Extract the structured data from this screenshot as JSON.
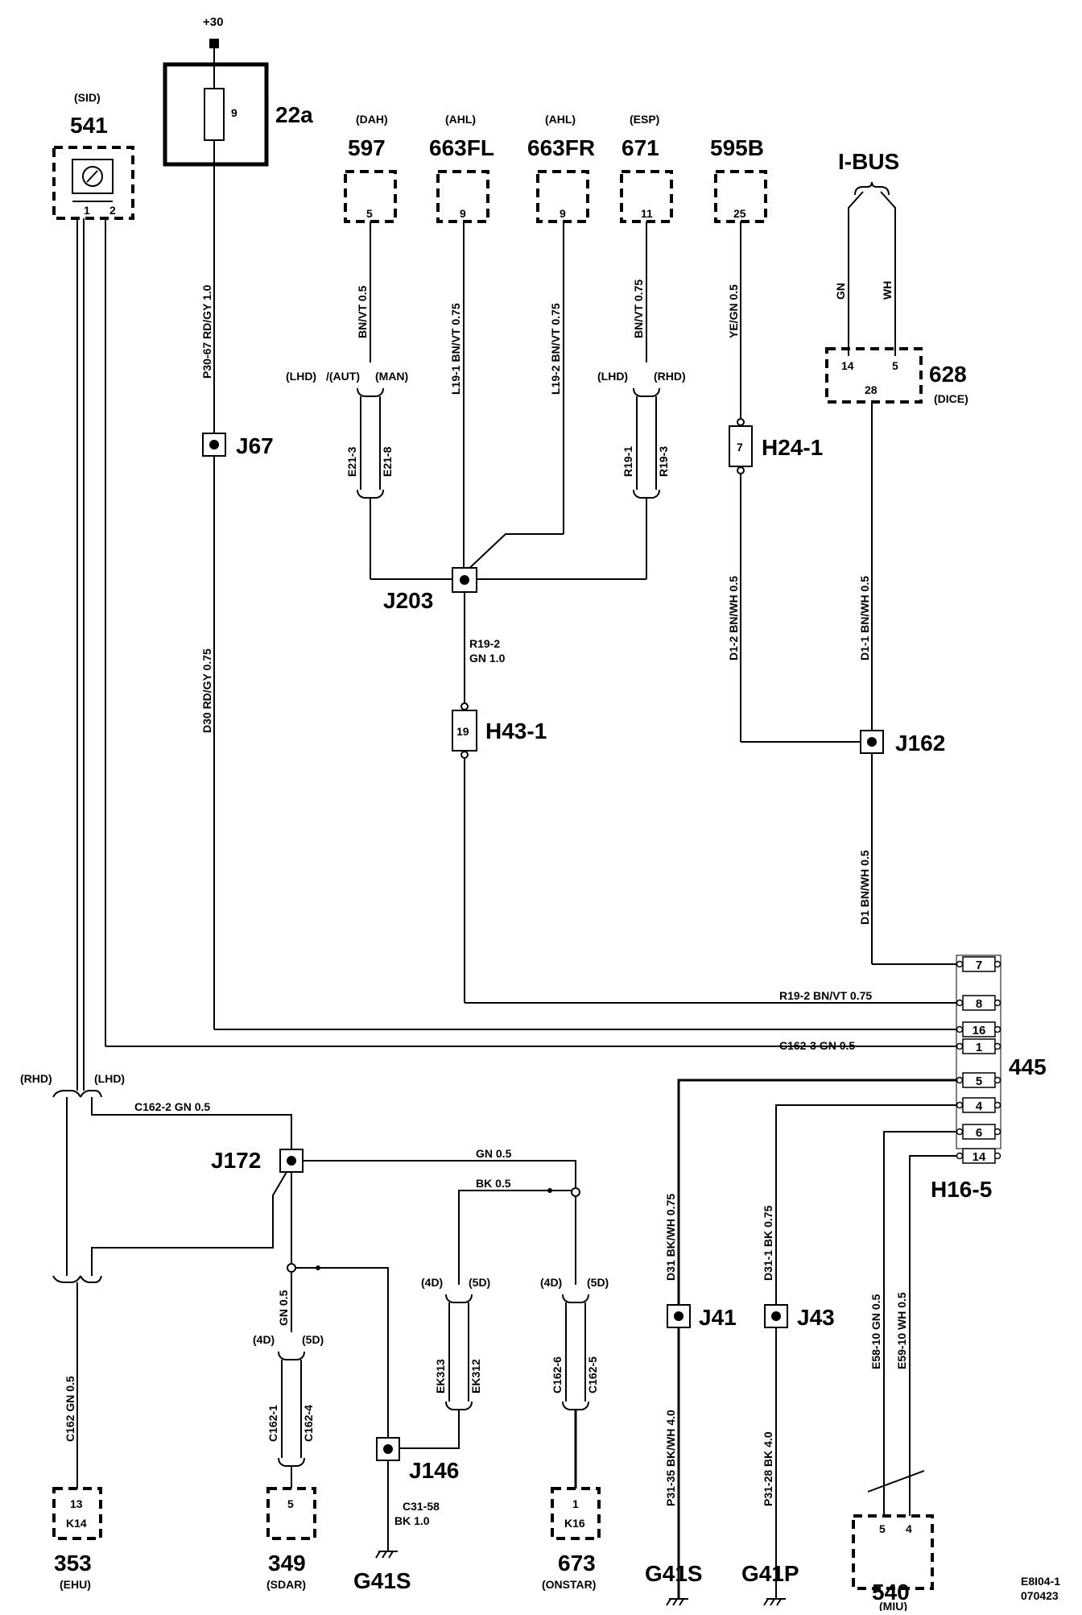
{
  "supply": {
    "label": "+30"
  },
  "components": {
    "c541": {
      "code": "541",
      "note": "(SID)",
      "pin1": "1",
      "pin2": "2"
    },
    "c22a": {
      "code": "22a",
      "pin": "9"
    },
    "c597": {
      "code": "597",
      "note": "(DAH)",
      "pin": "5"
    },
    "c663fl": {
      "code": "663FL",
      "note": "(AHL)",
      "pin": "9"
    },
    "c663fr": {
      "code": "663FR",
      "note": "(AHL)",
      "pin": "9"
    },
    "c671": {
      "code": "671",
      "note": "(ESP)",
      "pin": "11"
    },
    "c595b": {
      "code": "595B",
      "pin": "25"
    },
    "c628": {
      "code": "628",
      "note": "(DICE)",
      "pin14": "14",
      "pin5": "5",
      "pin28": "28"
    },
    "c353": {
      "code": "353",
      "note": "(EHU)",
      "pin": "13",
      "sub": "K14"
    },
    "c349": {
      "code": "349",
      "note": "(SDAR)",
      "pin": "5"
    },
    "c673": {
      "code": "673",
      "note": "(ONSTAR)",
      "pin": "1",
      "sub": "K16"
    },
    "c540": {
      "code": "540",
      "note": "(MIU)",
      "pin5": "5",
      "pin4": "4"
    },
    "c445": {
      "code": "445",
      "sub": "H16-5",
      "pins": [
        "7",
        "8",
        "16",
        "1",
        "5",
        "4",
        "6",
        "14"
      ]
    }
  },
  "ibus": "I-BUS",
  "splices": {
    "j67": "J67",
    "j203": "J203",
    "j162": "J162",
    "j172": "J172",
    "j146": "J146",
    "j41": "J41",
    "j43": "J43"
  },
  "connectors": {
    "h24": {
      "code": "H24-1",
      "pin": "7"
    },
    "h43": {
      "code": "H43-1",
      "pin": "19"
    }
  },
  "grounds": {
    "g1": "G41S",
    "g2": "G41S",
    "g3": "G41P"
  },
  "wires": {
    "p3067": "P30-67  RD/GY  1.0",
    "d30": "D30  RD/GY  0.75",
    "bnvt05": "BN/VT  0.5",
    "l191": "L19-1  BN/VT  0.75",
    "l192": "L19-2  BN/VT  0.75",
    "bnvt075": "BN/VT  0.75",
    "yegn": "YE/GN  0.5",
    "gn": "GN",
    "wh": "WH",
    "e213": "E21-3",
    "e218": "E21-8",
    "r191": "R19-1",
    "r193": "R19-3",
    "r192a": "R19-2",
    "r192b": "GN 1.0",
    "d12": "D1-2  BN/WH  0.5",
    "d11": "D1-1  BN/WH  0.5",
    "d1": "D1  BN/WH  0.5",
    "r192c": "R19-2   BN/VT  0.75",
    "c1623a": "C162-3   GN  0.5",
    "c1622": "C162-2  GN  0.5",
    "gn05": "GN  0.5",
    "bk05": "BK  0.5",
    "c162": "C162  GN  0.5",
    "gn05v": "GN  0.5",
    "c1621": "C162-1",
    "c1624": "C162-4",
    "ek313": "EK313",
    "ek312": "EK312",
    "c1626": "C162-6",
    "c1625": "C162-5",
    "c3158a": "C31-58",
    "c3158b": "BK  1.0",
    "d31": "D31  BK/WH  0.75",
    "p3135": "P31-35     BK/WH  4.0",
    "d311": "D31-1  BK  0.75",
    "p3128": "P31-28     BK  4.0",
    "e5810": "E58-10  GN  0.5",
    "e5910": "E59-10  WH  0.5"
  },
  "variants": {
    "lhd": "(LHD)",
    "aut": "/(AUT)",
    "man": "(MAN)",
    "lhd2": "(LHD)",
    "rhd2": "(RHD)",
    "rhd3": "(RHD)",
    "lhd3": "(LHD)",
    "d4a": "(4D)",
    "d5a": "(5D)",
    "d4b": "(4D)",
    "d5b": "(5D)",
    "d4c": "(4D)",
    "d5c": "(5D)"
  },
  "footer": {
    "code": "E8I04-1",
    "date": "070423"
  }
}
